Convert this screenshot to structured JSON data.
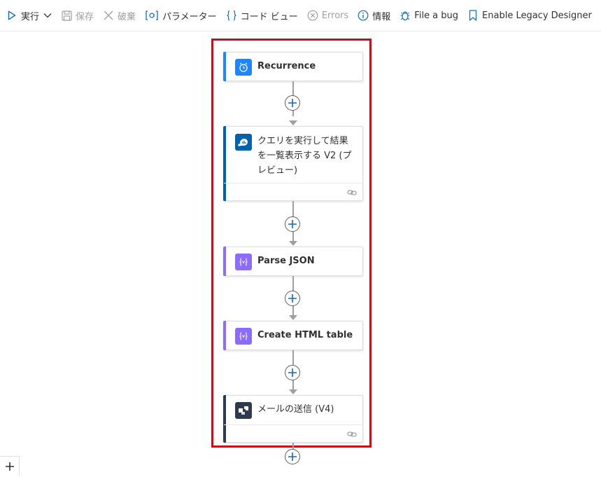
{
  "toolbar": {
    "run_label": "実行",
    "save_label": "保存",
    "discard_label": "破棄",
    "parameters_label": "パラメーター",
    "code_view_label": "コード ビュー",
    "errors_label": "Errors",
    "info_label": "情報",
    "file_bug_label": "File a bug",
    "legacy_label": "Enable Legacy Designer"
  },
  "flow": {
    "steps": [
      {
        "title": "Recurrence",
        "icon": "clock-icon",
        "accent": "#1f85ff"
      },
      {
        "title": "クエリを実行して結果を一覧表示する V2 (プレビュー)",
        "icon": "azure-data-explorer-icon",
        "accent": "#0062ad"
      },
      {
        "title": "Parse JSON",
        "icon": "data-operations-icon",
        "accent": "#8c6cff"
      },
      {
        "title": "Create HTML table",
        "icon": "data-operations-icon",
        "accent": "#8c6cff"
      },
      {
        "title": "メールの送信 (V4)",
        "icon": "sendgrid-icon",
        "accent": "#1a82e2"
      }
    ]
  },
  "colors": {
    "highlight_border": "#c50f1f",
    "recurrence": "#1f85ff",
    "data_operation": "#8c6cff",
    "kusto": "#0062ad",
    "sendgrid": "#2f3a4f"
  }
}
